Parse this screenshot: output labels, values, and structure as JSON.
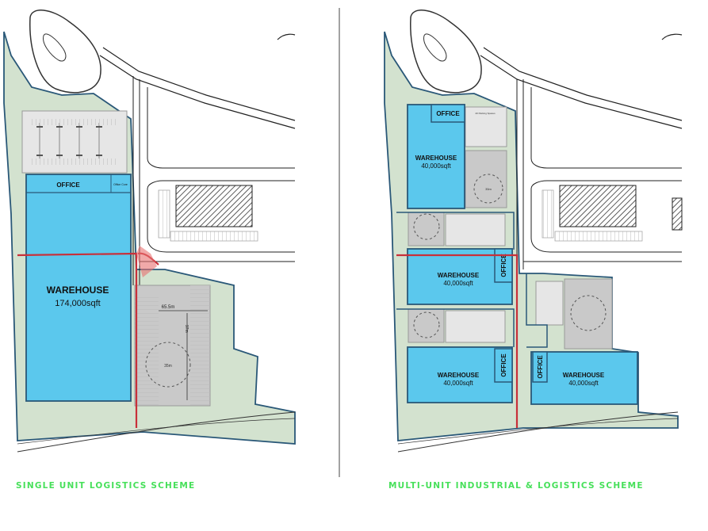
{
  "left_plan": {
    "caption": "SINGLE UNIT LOGISTICS SCHEME",
    "office": "OFFICE",
    "office_small": "Office Core",
    "warehouse": "WAREHOUSE",
    "area": "174,000sqft",
    "dim_width": "65.5m",
    "dim_depth": "97m",
    "turning_circle": "35m"
  },
  "right_plan": {
    "caption": "MULTI-UNIT INDUSTRIAL & LOGISTICS SCHEME",
    "units": [
      {
        "warehouse": "WAREHOUSE",
        "area": "40,000sqft",
        "office": "OFFICE"
      },
      {
        "warehouse": "WAREHOUSE",
        "area": "40,000sqft",
        "office": "OFFICE"
      },
      {
        "warehouse": "WAREHOUSE",
        "area": "40,000sqft",
        "office": "OFFICE"
      },
      {
        "warehouse": "WAREHOUSE",
        "area": "40,000sqft",
        "office": "OFFICE"
      }
    ],
    "turning_circle": "35m",
    "parking_label": "40 Parking Spaces"
  },
  "colors": {
    "warehouse_fill": "#5bc8ed",
    "site_fill": "#d3e2cf",
    "boundary": "#2a5878",
    "red_line": "#c8303a",
    "yard_fill": "#c9c9c9",
    "caption_green": "#47e05a"
  }
}
